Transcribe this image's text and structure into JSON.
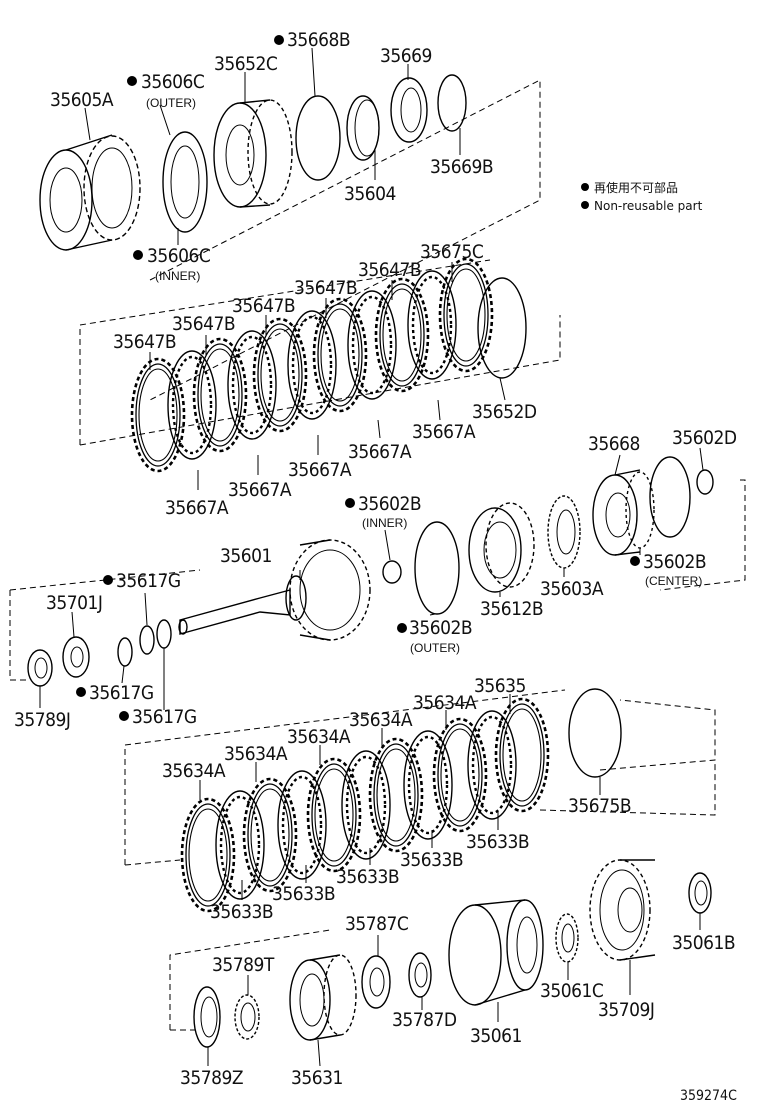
{
  "legend": {
    "line_jp": "再使用不可部品",
    "line_en": "Non-reusable part"
  },
  "figure_number": "359274C",
  "labels": {
    "p35605A": "35605A",
    "p35606C_outer": "35606C",
    "outer_a": "(OUTER)",
    "p35652C": "35652C",
    "p35668B": "35668B",
    "p35669": "35669",
    "p35604": "35604",
    "p35669B": "35669B",
    "p35606C_inner": "35606C",
    "inner_a": "(INNER)",
    "p35675C": "35675C",
    "p35647B_1": "35647B",
    "p35647B_2": "35647B",
    "p35647B_3": "35647B",
    "p35647B_4": "35647B",
    "p35647B_5": "35647B",
    "p35652D": "35652D",
    "p35667A_1": "35667A",
    "p35667A_2": "35667A",
    "p35667A_3": "35667A",
    "p35667A_4": "35667A",
    "p35667A_5": "35667A",
    "p35668": "35668",
    "p35602D": "35602D",
    "p35602B_inner": "35602B",
    "inner_b": "(INNER)",
    "p35601": "35601",
    "p35617G_1": "35617G",
    "p35701J": "35701J",
    "p35612B": "35612B",
    "p35603A": "35603A",
    "p35602B_center": "35602B",
    "center_b": "(CENTER)",
    "p35602B_outer": "35602B",
    "outer_b": "(OUTER)",
    "p35617G_2": "35617G",
    "p35617G_3": "35617G",
    "p35789J": "35789J",
    "p35635": "35635",
    "p35634A_1": "35634A",
    "p35634A_2": "35634A",
    "p35634A_3": "35634A",
    "p35634A_4": "35634A",
    "p35634A_5": "35634A",
    "p35675B": "35675B",
    "p35633B_1": "35633B",
    "p35633B_2": "35633B",
    "p35633B_3": "35633B",
    "p35633B_4": "35633B",
    "p35633B_5": "35633B",
    "p35787C": "35787C",
    "p35789T": "35789T",
    "p35061B": "35061B",
    "p35061C": "35061C",
    "p35709J": "35709J",
    "p35787D": "35787D",
    "p35061": "35061",
    "p35789Z": "35789Z",
    "p35631": "35631"
  }
}
